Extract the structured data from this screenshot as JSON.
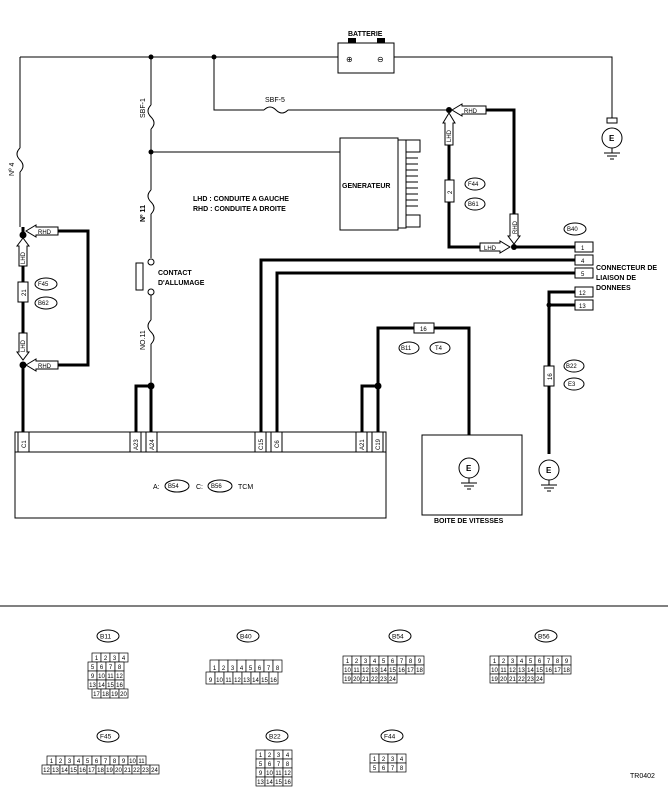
{
  "battery_label": "BATTERIE",
  "battery_plus": "⊕",
  "battery_minus": "⊖",
  "ground_symbol": "E",
  "fuse_sbf1": "SBF-1",
  "fuse_sbf5": "SBF-5",
  "fuse_no4": "Nº 4",
  "fuse_no11a": "Nº 11",
  "fuse_no11b": "NO.11",
  "generator_label": "GENERATEUR",
  "legend_lhd": "LHD : CONDUITE A GAUCHE",
  "legend_rhd": "RHD : CONDUITE A DROITE",
  "ignition_line1": "CONTACT",
  "ignition_line2": "D'ALLUMAGE",
  "rhd": "RHD",
  "lhd": "LHD",
  "conn_f45": "F45",
  "conn_b62": "B62",
  "conn_f44": "F44",
  "conn_b61": "B61",
  "conn_b40": "B40",
  "conn_b11": "B11",
  "conn_t4": "T4",
  "conn_b22": "B22",
  "conn_e3": "E3",
  "pin_21": "21",
  "pin_2": "2",
  "pin_16a": "16",
  "pin_16b": "16",
  "dlc_pins": [
    "1",
    "4",
    "5",
    "12",
    "13"
  ],
  "dlc_line1": "CONNECTEUR DE",
  "dlc_line2": "LIAISON DE",
  "dlc_line3": "DONNEES",
  "tcm_pins": [
    "C1",
    "A23",
    "A24",
    "C15",
    "C6",
    "A21",
    "C19"
  ],
  "tcm_prefix_a": "A:",
  "tcm_prefix_c": "C:",
  "tcm_conn_a": "B54",
  "tcm_conn_c": "B56",
  "tcm_label": "TCM",
  "gearbox_label": "BOITE DE VITESSES",
  "connectors": {
    "b11": {
      "label": "B11",
      "row1": [
        "1",
        "2",
        "3",
        "4"
      ],
      "row2": [
        "5",
        "6",
        "7",
        "8"
      ],
      "row3": [
        "9",
        "10",
        "11",
        "12"
      ],
      "row4": [
        "13",
        "14",
        "15",
        "16"
      ],
      "row5": [
        "17",
        "18",
        "19",
        "20"
      ]
    },
    "b40": {
      "label": "B40",
      "row1": [
        "1",
        "2",
        "3",
        "4",
        "5",
        "6",
        "7",
        "8"
      ],
      "row2": [
        "9",
        "10",
        "11",
        "12",
        "13",
        "14",
        "15",
        "16"
      ]
    },
    "b54": {
      "label": "B54",
      "row1": [
        "1",
        "2",
        "3",
        "4",
        "5",
        "6",
        "7",
        "8",
        "9"
      ],
      "row2": [
        "10",
        "11",
        "12",
        "13",
        "14",
        "15",
        "16",
        "17",
        "18"
      ],
      "row3": [
        "19",
        "20",
        "21",
        "22",
        "23",
        "24"
      ]
    },
    "b56": {
      "label": "B56",
      "row1": [
        "1",
        "2",
        "3",
        "4",
        "5",
        "6",
        "7",
        "8",
        "9"
      ],
      "row2": [
        "10",
        "11",
        "12",
        "13",
        "14",
        "15",
        "16",
        "17",
        "18"
      ],
      "row3": [
        "19",
        "20",
        "21",
        "22",
        "23",
        "24"
      ]
    },
    "f45": {
      "label": "F45",
      "row1": [
        "1",
        "2",
        "3",
        "4",
        "5",
        "6",
        "7",
        "8",
        "9",
        "10",
        "11"
      ],
      "row2": [
        "12",
        "13",
        "14",
        "15",
        "16",
        "17",
        "18",
        "19",
        "20",
        "21",
        "22",
        "23",
        "24"
      ]
    },
    "b22": {
      "label": "B22",
      "row1": [
        "1",
        "2",
        "3",
        "4"
      ],
      "row2": [
        "5",
        "6",
        "7",
        "8"
      ],
      "row3": [
        "9",
        "10",
        "11",
        "12"
      ],
      "row4": [
        "13",
        "14",
        "15",
        "16"
      ]
    },
    "f44": {
      "label": "F44",
      "row1": [
        "1",
        "2",
        "3",
        "4"
      ],
      "row2": [
        "5",
        "6",
        "7",
        "8"
      ]
    }
  },
  "figure_code": "TR0402"
}
